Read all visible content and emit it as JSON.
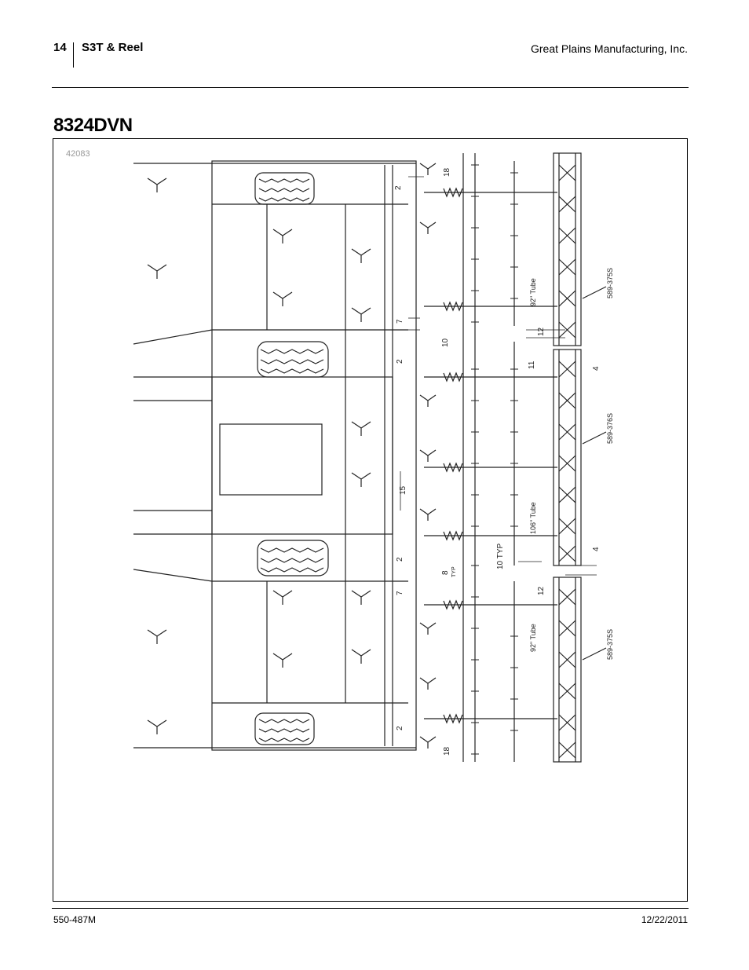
{
  "header": {
    "page_number": "14",
    "manual_title": "S3T & Reel",
    "company": "Great Plains Manufacturing, Inc."
  },
  "section": {
    "title": "8324DVN"
  },
  "figure": {
    "figure_number": "42083",
    "callouts": {
      "part_top": "589-375S",
      "part_middle": "589-376S",
      "part_bottom": "589-375S",
      "tube_top": "92\" Tube",
      "tube_middle": "106\" Tube",
      "tube_bottom": "92\" Tube"
    },
    "dimensions": {
      "d_18_top": "18",
      "d_2_a": "2",
      "d_7_a": "7",
      "d_10_a": "10",
      "d_2_b": "2",
      "d_12_a": "12",
      "d_11": "11",
      "d_4_a": "4",
      "d_15": "15",
      "d_2_c": "2",
      "d_8_typ": "8",
      "typ_a": "TYP",
      "d_10_typ": "10 TYP",
      "d_4_b": "4",
      "d_7_b": "7",
      "d_12_b": "12",
      "d_2_d": "2",
      "d_18_bottom": "18"
    }
  },
  "footer": {
    "doc_number": "550-487M",
    "date": "12/22/2011"
  }
}
